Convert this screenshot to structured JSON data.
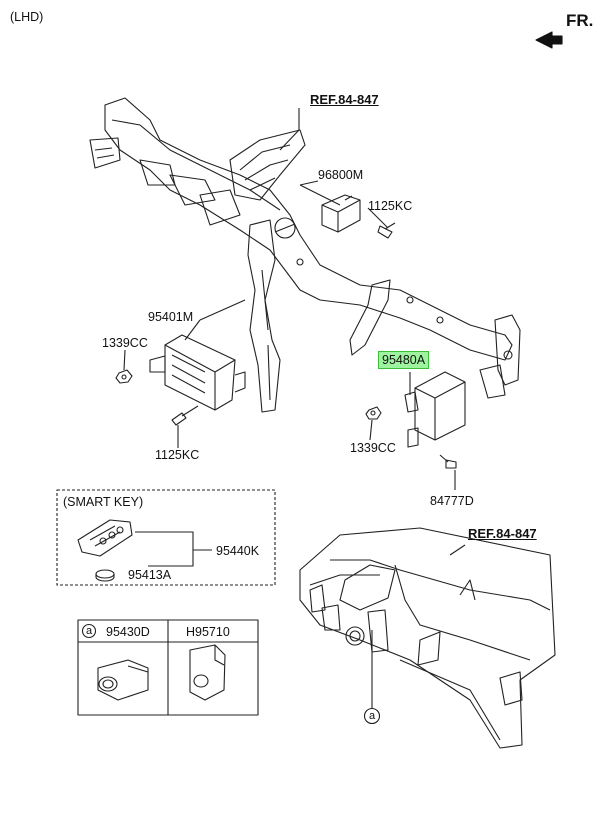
{
  "header": {
    "variant": "(LHD)",
    "direction": "FR."
  },
  "references": [
    {
      "text": "REF.84-847"
    },
    {
      "text": "REF.84-847"
    }
  ],
  "parts": {
    "p96800M": "96800M",
    "p1125KC_top": "1125KC",
    "p95401M": "95401M",
    "p1339CC_left": "1339CC",
    "p1125KC_bottom": "1125KC",
    "p95480A": "95480A",
    "p1339CC_right": "1339CC",
    "p84777D": "84777D"
  },
  "smart_key": {
    "title": "(SMART KEY)",
    "p95440K": "95440K",
    "p95413A": "95413A"
  },
  "table": {
    "col1_marker": "a",
    "col1_part": "95430D",
    "col2_part": "H95710"
  },
  "callout_marker": "a",
  "colors": {
    "highlight_fill": "#9ef39e",
    "highlight_border": "#3bbf3b",
    "line": "#222222"
  }
}
